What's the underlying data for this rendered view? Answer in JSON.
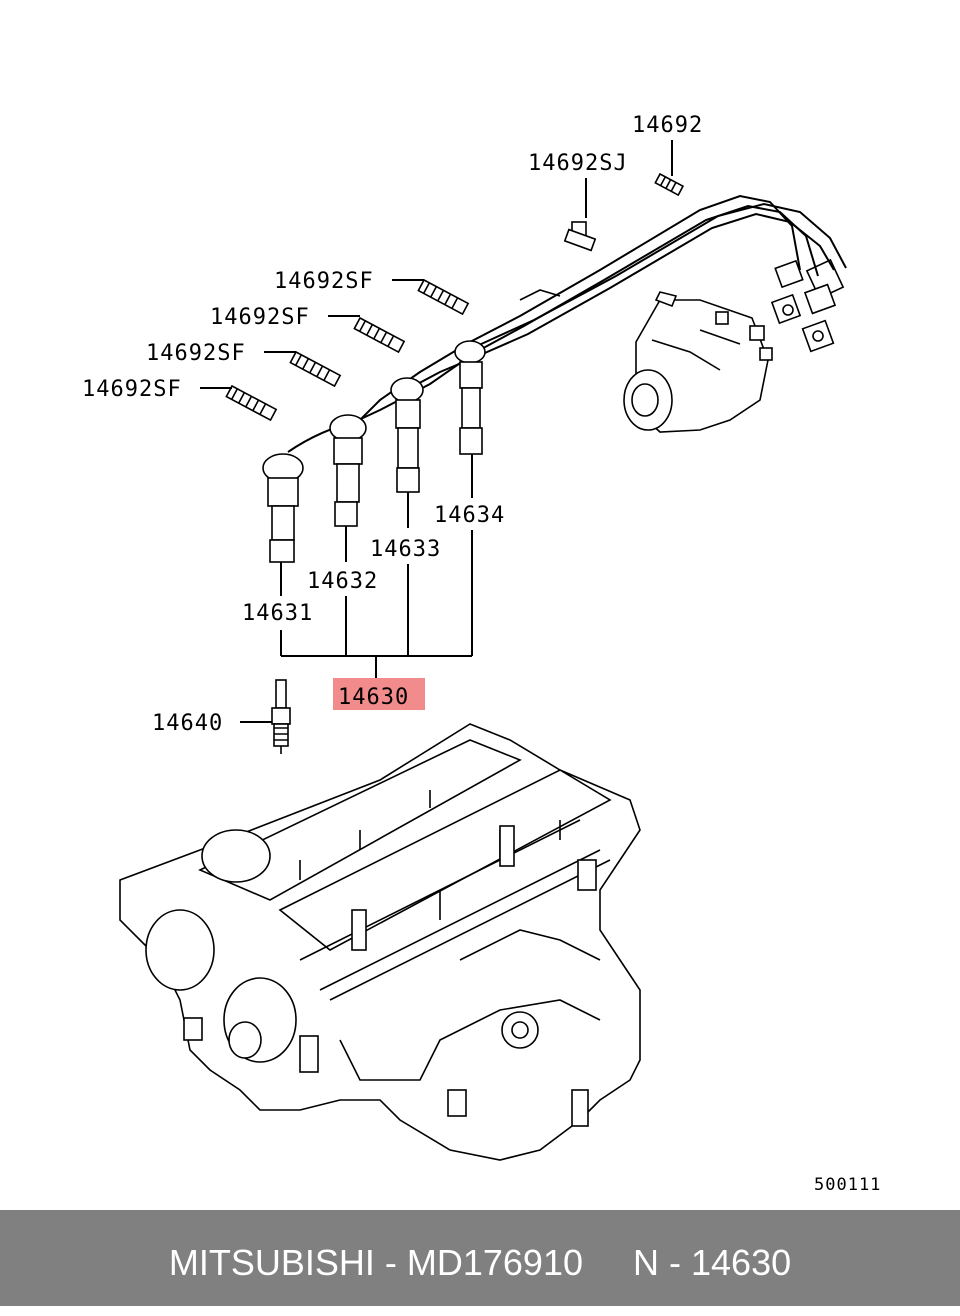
{
  "diagram": {
    "callouts": {
      "p14692": "14692",
      "p14692SJ": "14692SJ",
      "p14692SF_1": "14692SF",
      "p14692SF_2": "14692SF",
      "p14692SF_3": "14692SF",
      "p14692SF_4": "14692SF",
      "p14634": "14634",
      "p14633": "14633",
      "p14632": "14632",
      "p14631": "14631",
      "p14630": "14630",
      "p14640": "14640"
    },
    "highlight_color": "#f28b8b",
    "figure_code": "500111"
  },
  "footer": {
    "text": "MITSUBISHI - MD176910     N - 14630",
    "background": "#808080"
  }
}
